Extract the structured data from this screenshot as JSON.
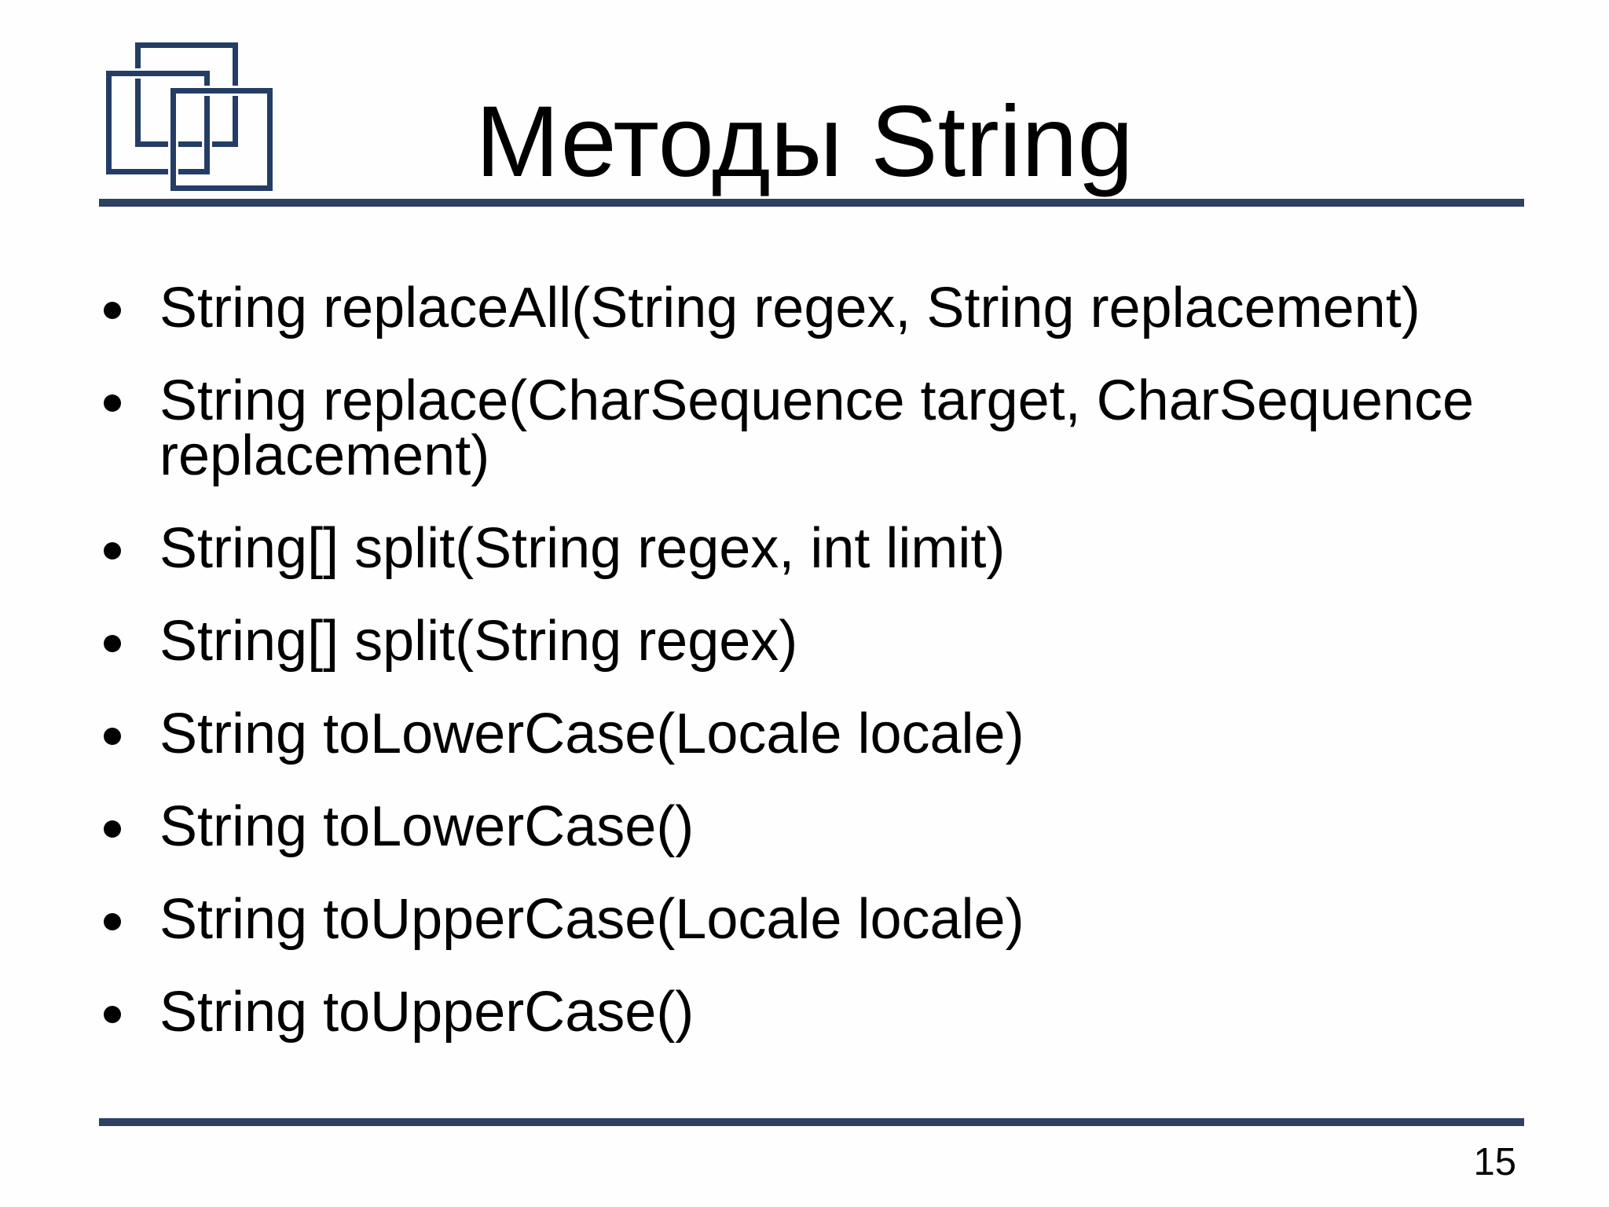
{
  "slide": {
    "title": "Методы String",
    "bullets": [
      "String replaceAll(String regex, String replacement)",
      "String replace(CharSequence target, CharSequence\nreplacement)",
      "String[] split(String regex, int limit)",
      "String[] split(String regex)",
      "String toLowerCase(Locale locale)",
      "String toLowerCase()",
      "String toUpperCase(Locale locale)",
      "String toUpperCase()"
    ],
    "page_number": "15",
    "logo_icon": "overlapping-squares",
    "colors": {
      "rule_accent": "#2d4160",
      "logo": "#243d66",
      "text": "#000000",
      "background": "#ffffff"
    }
  }
}
